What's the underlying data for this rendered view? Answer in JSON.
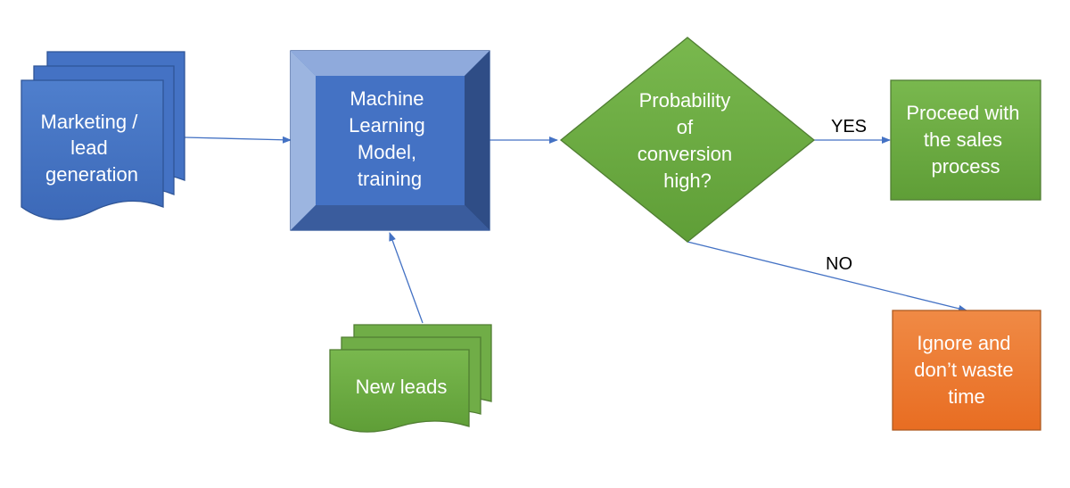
{
  "nodes": {
    "marketing": {
      "lines": [
        "Marketing /",
        "lead",
        "generation"
      ],
      "shape": "multi-document",
      "color": "#4472C4"
    },
    "ml_model": {
      "lines": [
        "Machine",
        "Learning",
        "Model,",
        "training"
      ],
      "shape": "bevel",
      "color": "#4472C4"
    },
    "new_leads": {
      "lines": [
        "New leads"
      ],
      "shape": "multi-document",
      "color": "#70AD47"
    },
    "decision": {
      "lines": [
        "Probability",
        "of",
        "conversion",
        "high?"
      ],
      "shape": "diamond",
      "color": "#70AD47"
    },
    "proceed": {
      "lines": [
        "Proceed with",
        "the sales",
        "process"
      ],
      "shape": "rectangle",
      "color": "#70AD47"
    },
    "ignore": {
      "lines": [
        "Ignore and",
        "don’t waste",
        "time"
      ],
      "shape": "rectangle",
      "color": "#ED7D31"
    }
  },
  "edges": {
    "yes_label": "YES",
    "no_label": "NO"
  },
  "colors": {
    "arrow": "#4472C4"
  }
}
